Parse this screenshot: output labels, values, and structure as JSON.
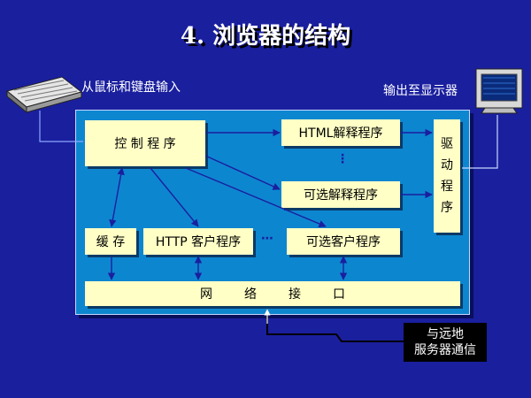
{
  "title": "4.  浏览器的结构",
  "captions": {
    "input": "从鼠标和键盘输入",
    "output": "输出至显示器"
  },
  "boxes": {
    "control": "控 制 程 序",
    "html_parser": "HTML解释程序",
    "optional_parser": "可选解释程序",
    "driver": [
      "驱",
      "动",
      "程",
      "序"
    ],
    "cache": "缓 存",
    "http_client": "HTTP  客户程序",
    "optional_client": "可选客户程序",
    "network": [
      "网",
      "络",
      "接",
      "口"
    ]
  },
  "ellipsis_vertical": "⋮",
  "ellipsis_horizontal": "⋯",
  "remote": [
    "与远地",
    "服务器通信"
  ],
  "colors": {
    "background": "#1a1f9e",
    "panel": "#0d86d0",
    "box": "#ffffc6",
    "arrow": "#1a1f9e",
    "outline": "#c8d8ff"
  },
  "icons": [
    "keyboard-icon",
    "monitor-icon"
  ]
}
